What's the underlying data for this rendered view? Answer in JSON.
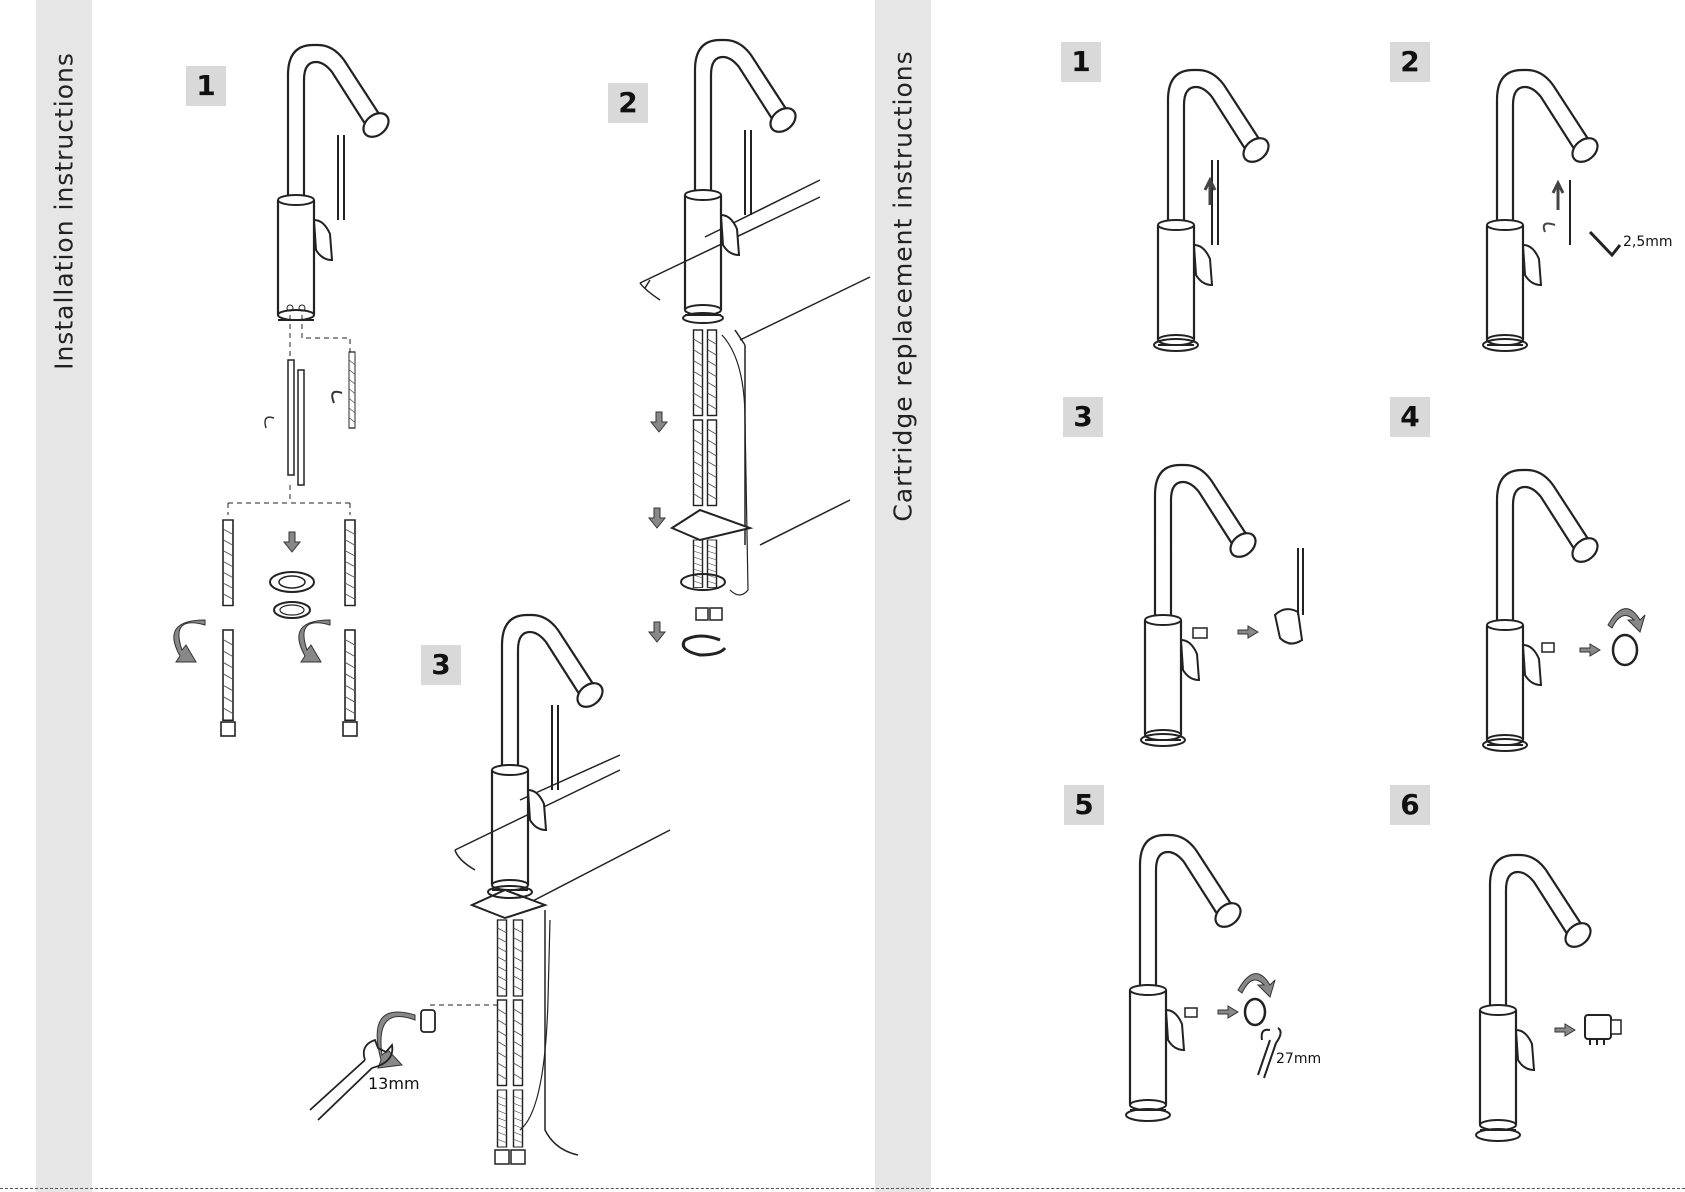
{
  "left_section": {
    "title": "Installation instructions",
    "steps": [
      "1",
      "2",
      "3"
    ],
    "labels": {
      "wrench_size": "13mm"
    }
  },
  "right_section": {
    "title": "Cartridge replacement instructions",
    "steps": [
      "1",
      "2",
      "3",
      "4",
      "5",
      "6"
    ],
    "labels": {
      "allen_key_size": "2,5mm",
      "wrench_size": "27mm"
    }
  }
}
